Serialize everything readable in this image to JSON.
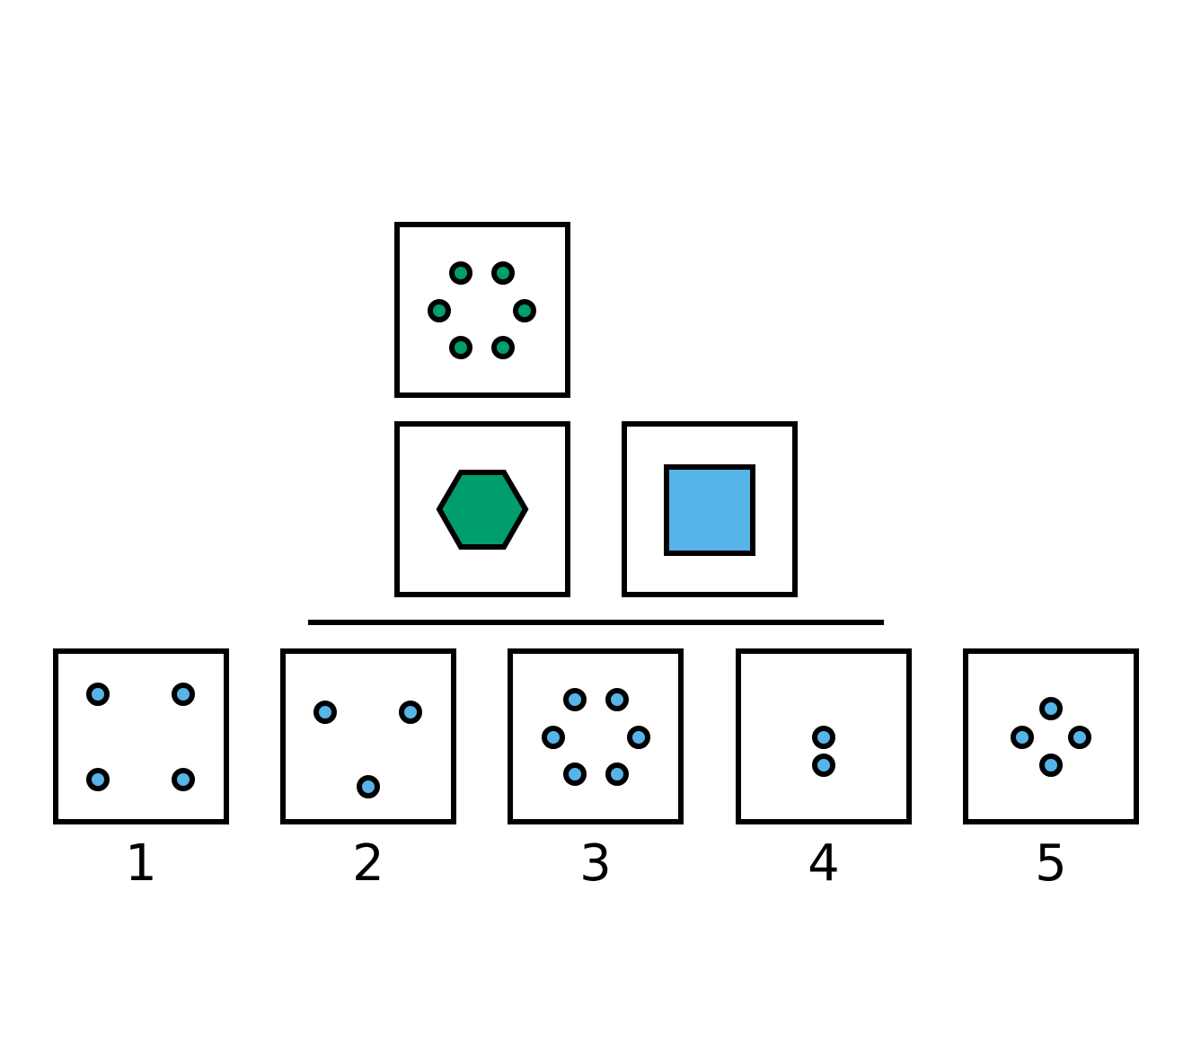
{
  "colors": {
    "green": "#009e6e",
    "blue": "#56b4e8",
    "outline": "#000000",
    "background": "#ffffff"
  },
  "example": {
    "top_panel": {
      "dot_count": 6,
      "dot_color": "green",
      "arrangement": "ring"
    },
    "transform_from": {
      "shape": "hexagon",
      "fill": "green"
    },
    "transform_to": {
      "shape": "square",
      "fill": "blue"
    }
  },
  "options": [
    {
      "label": "1",
      "dot_count": 4,
      "dot_color": "blue"
    },
    {
      "label": "2",
      "dot_count": 3,
      "dot_color": "blue"
    },
    {
      "label": "3",
      "dot_count": 6,
      "dot_color": "blue"
    },
    {
      "label": "4",
      "dot_count": 2,
      "dot_color": "blue"
    },
    {
      "label": "5",
      "dot_count": 4,
      "dot_color": "blue"
    }
  ]
}
